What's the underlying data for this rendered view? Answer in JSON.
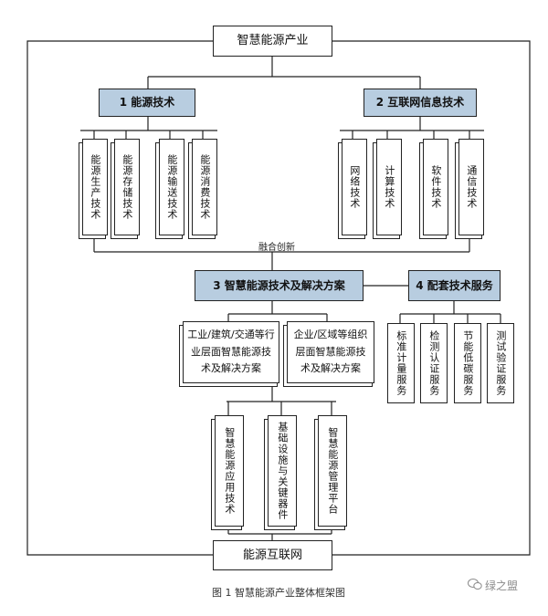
{
  "top_node": "智慧能源产业",
  "bottom_node": "能源互联网",
  "sections": {
    "s1": "1 能源技术",
    "s2": "2 互联网信息技术",
    "s3": "3 智慧能源技术及解决方案",
    "s4": "4 配套技术服务"
  },
  "energy_tech": [
    "能源生产技术",
    "能源存储技术",
    "能源输送技术",
    "能源消费技术"
  ],
  "it_tech": [
    "网络技术",
    "计算技术",
    "软件技术",
    "通信技术"
  ],
  "fusion_label": "融合创新",
  "solutions": [
    "工业/建筑/交通等行业层面智慧能源技术及解决方案",
    "企业/区域等组织层面智慧能源技术及解决方案"
  ],
  "services": [
    "标准计量服务",
    "检测认证服务",
    "节能低碳服务",
    "测试验证服务"
  ],
  "products": [
    "智慧能源应用技术",
    "基础设施与关键器件",
    "智慧能源管理平台"
  ],
  "caption": "图 1  智慧能源产业整体框架图",
  "watermark": "绿之盟",
  "colors": {
    "section_fill": "#b8cde0",
    "line": "#222222"
  }
}
